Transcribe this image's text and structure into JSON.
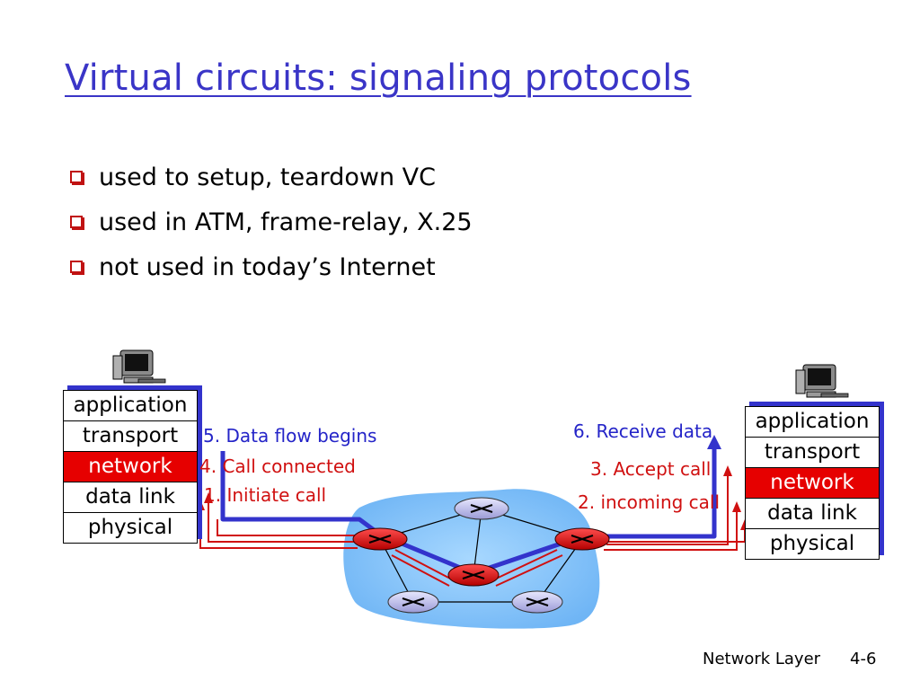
{
  "slide": {
    "title": "Virtual circuits: signaling protocols",
    "bullets": [
      "used to setup, teardown VC",
      "used in ATM, frame-relay, X.25",
      "not used in today’s Internet"
    ]
  },
  "left_stack": {
    "layers": [
      "application",
      "transport",
      "network",
      "data link",
      "physical"
    ],
    "highlighted": "network"
  },
  "right_stack": {
    "layers": [
      "application",
      "transport",
      "network",
      "data link",
      "physical"
    ],
    "highlighted": "network"
  },
  "steps": {
    "s1": "1. Initiate call",
    "s2": "2. incoming call",
    "s3": "3. Accept call",
    "s4": "4. Call connected",
    "s5": "5. Data flow begins",
    "s6": "6. Receive data"
  },
  "footer": {
    "section": "Network Layer",
    "page": "4-6"
  },
  "colors": {
    "title": "#3a35c7",
    "bullet": "#c01212",
    "network_layer": "#e60000",
    "signaling_path": "#d01010",
    "data_path": "#3333cc",
    "cloud": "#7fbfff"
  }
}
